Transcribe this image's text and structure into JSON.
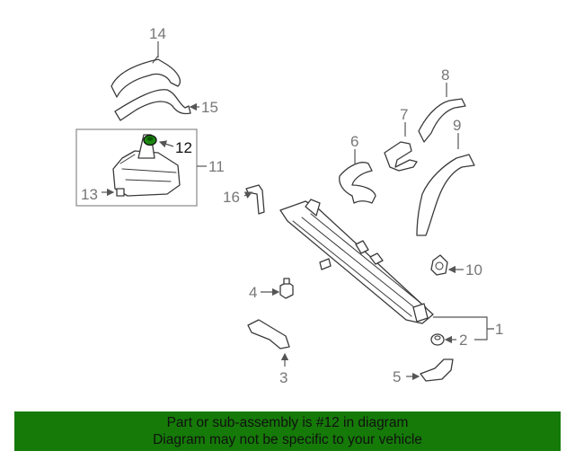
{
  "diagram": {
    "callouts": [
      "1",
      "2",
      "3",
      "4",
      "5",
      "6",
      "7",
      "8",
      "9",
      "10",
      "11",
      "12",
      "13",
      "14",
      "15",
      "16"
    ],
    "highlighted_part": "12"
  },
  "footer": {
    "line1": "Part or sub-assembly is #12 in diagram",
    "line2": "Diagram may not be specific to your vehicle",
    "bg_color": "#157a08"
  },
  "colors": {
    "highlight": "#1e8a12",
    "line": "#3a3a3a",
    "label": "#777777"
  }
}
